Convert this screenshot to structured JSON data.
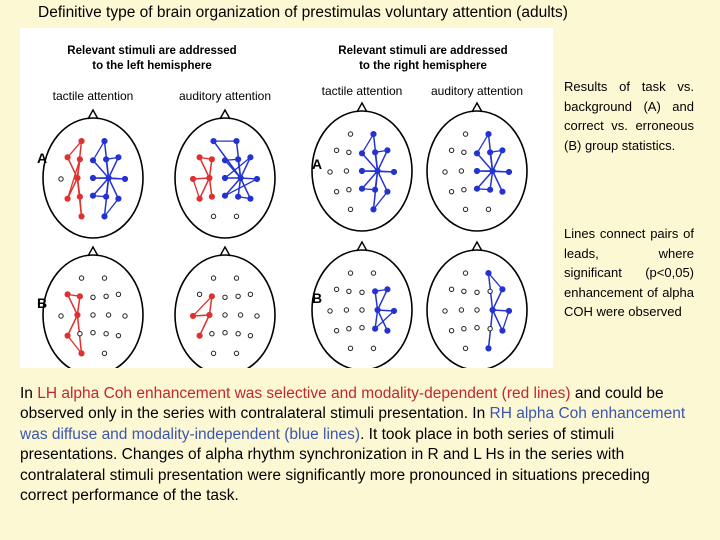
{
  "title": "Definitive type of brain organization of prestimulas voluntary attention (adults)",
  "figure": {
    "left_header": [
      "Relevant stimuli are addressed",
      "to the left hemisphere"
    ],
    "right_header": [
      "Relevant stimuli are addressed",
      "to the right hemisphere"
    ],
    "conditions": [
      "tactile attention",
      "auditory attention",
      "tactile attention",
      "auditory attention"
    ],
    "row_labels": [
      "A",
      "A",
      "B",
      "B"
    ],
    "colors": {
      "left_hemisphere": "#e03030",
      "right_hemisphere": "#2433d0"
    }
  },
  "side_notes": {
    "note1": "Results of task vs. background (A) and correct vs. erroneous (B) group statistics.",
    "note2": "Lines connect pairs of leads, where significant (p<0,05) enhancement of alpha COH were observed"
  },
  "body": {
    "p1": "In ",
    "p2": "LH alpha Coh enhancement was selective and modality-dependent (red lines)",
    "p3": " and could be observed only in the series with contralateral stimuli presentation. In ",
    "p4": "RH alpha Coh enhancement was diffuse and modality-independent (blue lines)",
    "p5": ". It took place in both series of stimuli presentations. Changes of alpha rhythm synchronization in R and L Hs in the series with contralateral stimuli presentation were significantly more pronounced in situations preceding correct performance of the task."
  }
}
